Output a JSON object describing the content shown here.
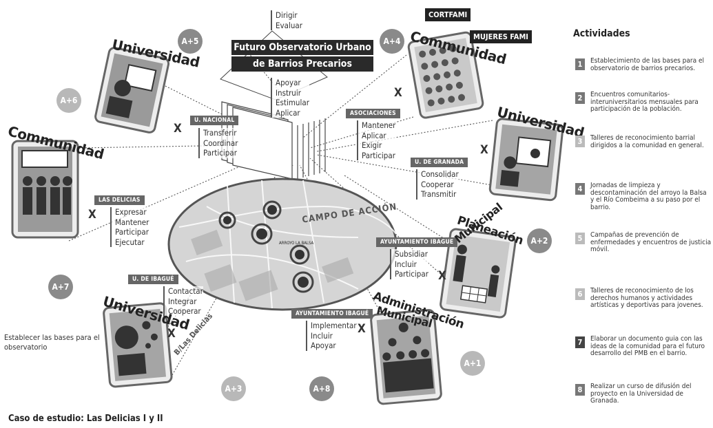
{
  "center": {
    "banner_line1": "Futuro Observatorio Urbano",
    "banner_line2": "de Barrios Precarios",
    "top_actions": [
      "Dirigir",
      "Evaluar"
    ],
    "bottom_actions": [
      "Apoyar",
      "Instruir",
      "Estimular",
      "Aplicar"
    ],
    "field_label": "CAMPO DE ACCIÓN",
    "map_label_arroyo": "ARROYO LA BALSA",
    "street_label": "B/Las Delicias"
  },
  "actors": {
    "cortfami": "CORTFAMI",
    "mujeres": "MUJERES FAMI",
    "u_nacional": {
      "tag": "U. NACIONAL",
      "actions": [
        "Transferir",
        "Coordinar",
        "Participar"
      ]
    },
    "asociaciones": {
      "tag": "ASOCIACIONES",
      "actions": [
        "Mantener",
        "Aplicar",
        "Exigir",
        "Participar"
      ]
    },
    "u_granada": {
      "tag": "U. DE GRANADA",
      "actions": [
        "Consolidar",
        "Cooperar",
        "Transmitir"
      ]
    },
    "las_delicias": {
      "tag": "LAS DELICIAS",
      "actions": [
        "Expresar",
        "Mantener",
        "Participar",
        "Ejecutar"
      ]
    },
    "ayuntamiento1": {
      "tag": "AYUNTAMIENTO IBAGUE",
      "actions": [
        "Subsidiar",
        "Incluir",
        "Participar"
      ]
    },
    "u_ibague": {
      "tag": "U. DE IBAGUÉ",
      "actions": [
        "Contactar",
        "Integrar",
        "Cooperar"
      ]
    },
    "ayuntamiento2": {
      "tag": "AYUNTAMIENTO IBAGUÉ",
      "actions": [
        "Implementar",
        "Incluir",
        "Apoyar"
      ]
    }
  },
  "titles": {
    "universidad": "Universidad",
    "comunidad": "Communidad",
    "planeacion_1": "Planeación",
    "planeacion_2": "Municipal",
    "administracion_1": "Administración",
    "administracion_2": "Municipal"
  },
  "cross": "X",
  "badges": [
    "A+5",
    "A+4",
    "A+6",
    "A+2",
    "A+7",
    "A+1",
    "A+3",
    "A+8"
  ],
  "activities": {
    "title": "Actividades",
    "items": [
      {
        "num": "1",
        "text": "Establecimiento de las bases para el  observatorio de barrios precarios."
      },
      {
        "num": "2",
        "text": "Encuentros comunitarios-interuniversitarios mensuales para participación de la población."
      },
      {
        "num": "3",
        "text": "Talleres de reconocimiento barrial dirigidos a la comunidad en general."
      },
      {
        "num": "4",
        "text": "Jornadas de limpieza y descontaminación del arroyo la Balsa y el Río Combeima a su paso por el barrio."
      },
      {
        "num": "5",
        "text": "Campañas de prevención de enfermedades y encuentros de justicia móvil."
      },
      {
        "num": "6",
        "text": "Talleres de reconocimiento de los derechos humanos y actividades artísticas y deportivas para jovenes."
      },
      {
        "num": "7",
        "text": "Elaborar un documento guia con las ideas de la comunidad para el futuro desarrollo del PMB en el barrio."
      },
      {
        "num": "8",
        "text": "Realizar un curso de difusión del proyecto en la Universidad de Granada."
      }
    ]
  },
  "caption": "Establecer las bases para el observatorio",
  "footer": "Caso de estudio: Las Delicias I y II"
}
